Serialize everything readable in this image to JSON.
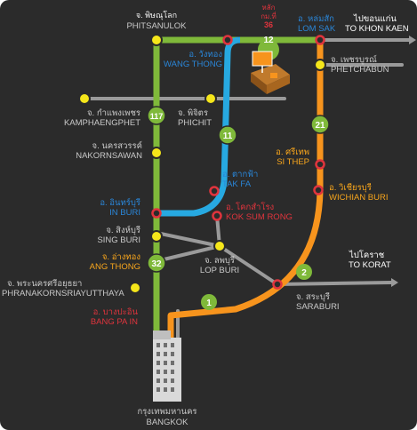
{
  "colors": {
    "background": "#2b2b2b",
    "route_green": "#7fb93a",
    "route_blue": "#27a9e1",
    "route_orange": "#f7941d",
    "road_gray": "#9a9a9a",
    "node_yellow": "#f5e61a",
    "node_red": "#e0343d"
  },
  "top_highlight": {
    "line1": "หลัก",
    "line2": "กม.ที่",
    "line3": "36"
  },
  "route_shields": {
    "r12": "12",
    "r117": "117",
    "r11": "11",
    "r21": "21",
    "r32": "32",
    "r1": "1",
    "r2": "2"
  },
  "places": {
    "phitsanulok": {
      "thai": "จ. พิษณุโลก",
      "en": "PHITSANULOK"
    },
    "lom_sak": {
      "thai": "อ. หล่มสัก",
      "en": "LOM SAK"
    },
    "to_khon_kaen": {
      "thai": "ไปขอนแก่น",
      "en": "TO KHON KAEN"
    },
    "wang_thong": {
      "thai": "อ. วังทอง",
      "en": "WANG THONG"
    },
    "phetchabun": {
      "thai": "จ. เพชรบูรณ์",
      "en": "PHETCHABUN"
    },
    "kamphaengphet": {
      "thai": "จ. กำแพงเพชร",
      "en": "KAMPHAENGPHET"
    },
    "phichit": {
      "thai": "จ. พิจิตร",
      "en": "PHICHIT"
    },
    "nakornsawan": {
      "thai": "จ. นครสวรรค์",
      "en": "NAKORNSAWAN"
    },
    "si_thep": {
      "thai": "อ. ศรีเทพ",
      "en": "SI THEP"
    },
    "tak_fa": {
      "thai": "อ. ตากฟ้า",
      "en": "TAK FA"
    },
    "wichian_buri": {
      "thai": "อ. วิเชียรบุรี",
      "en": "WICHIAN BURI"
    },
    "in_buri": {
      "thai": "อ. อินทร์บุรี",
      "en": "IN BURI"
    },
    "kok_sum_rong": {
      "thai": "อ. โคกสำโรง",
      "en": "KOK SUM RONG"
    },
    "sing_buri": {
      "thai": "จ. สิงห์บุรี",
      "en": "SING BURI"
    },
    "ang_thong": {
      "thai": "จ. อ่างทอง",
      "en": "ANG THONG"
    },
    "lop_buri": {
      "thai": "จ. ลพบุรี",
      "en": "LOP BURI"
    },
    "to_korat": {
      "thai": "ไปโคราช",
      "en": "TO KORAT"
    },
    "ayutthaya": {
      "thai": "จ. พระนครศรีอยุธยา",
      "en": "PHRANAKORNSRIAYUTTHAYA"
    },
    "saraburi": {
      "thai": "จ. สระบุรี",
      "en": "SARABURI"
    },
    "bang_pa_in": {
      "thai": "อ. บางปะอิน",
      "en": "BANG PA IN"
    },
    "bangkok": {
      "thai": "กรุงเทพมหานคร",
      "en": "BANGKOK"
    }
  }
}
